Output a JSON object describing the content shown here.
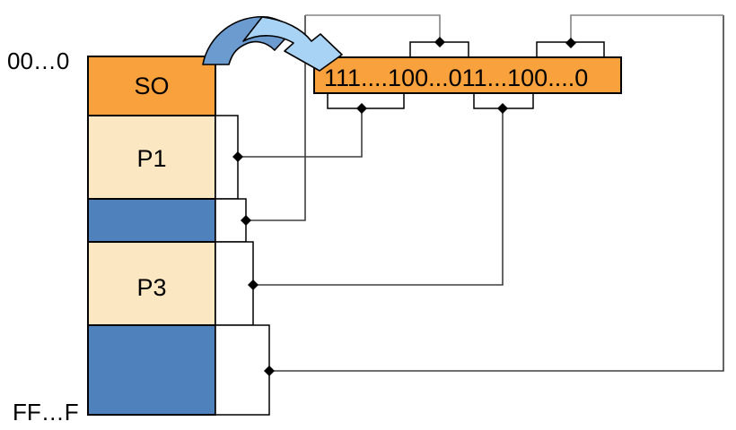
{
  "memory_map": {
    "address_top": "00…0",
    "address_bottom": "FF…F",
    "blocks": [
      {
        "label": "SO"
      },
      {
        "label": "P1"
      },
      {
        "label": ""
      },
      {
        "label": "P3"
      },
      {
        "label": ""
      }
    ]
  },
  "bitmap": {
    "value": "111....100...011...100....0"
  },
  "colors": {
    "orange": "#F9A13C",
    "cream": "#FBE7C2",
    "blue": "#4F81BD",
    "arrow_dark": "#6C9BCF",
    "arrow_light": "#A9D3F5",
    "connector": "#3F3F3F",
    "connector_light": "#848484",
    "outline": "#000000"
  }
}
